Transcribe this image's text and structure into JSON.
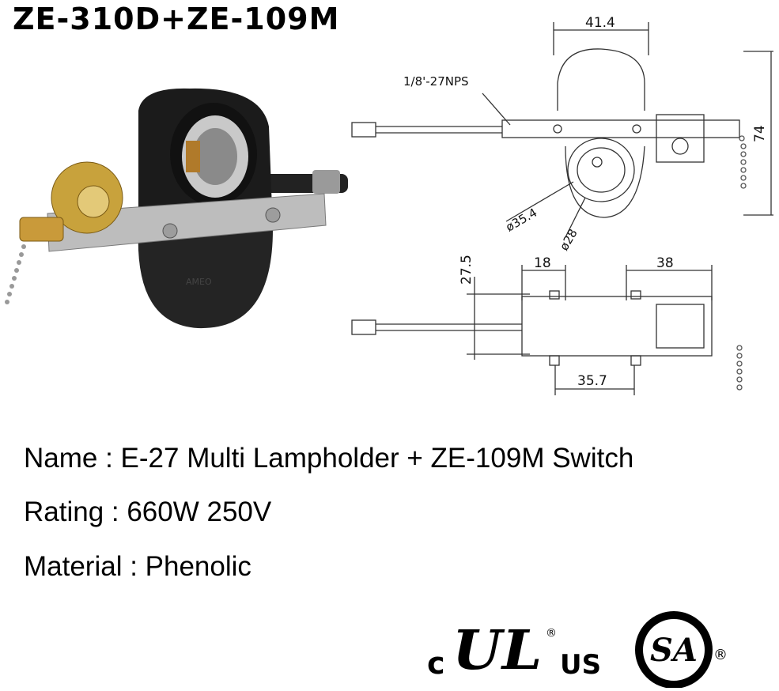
{
  "title": "ZE-310D+ZE-109M",
  "drawing": {
    "thread_label": "1/8'-27NPS",
    "dim_width_top": "41.4",
    "dim_height": "74",
    "dim_diameter_outer": "ø35.4",
    "dim_diameter_inner": "ø28",
    "dim_side_height": "27.5",
    "dim_18": "18",
    "dim_38": "38",
    "dim_bottom": "35.7"
  },
  "specs": {
    "name": "Name : E-27 Multi Lampholder + ZE-109M Switch",
    "rating": "Rating : 660W 250V",
    "material": "Material : Phenolic"
  },
  "certifications": {
    "ul_prefix": "c",
    "ul_mark": "UL",
    "ul_suffix": "US",
    "ul_registered": "®",
    "csa_mark": "SA",
    "csa_registered": "®"
  }
}
